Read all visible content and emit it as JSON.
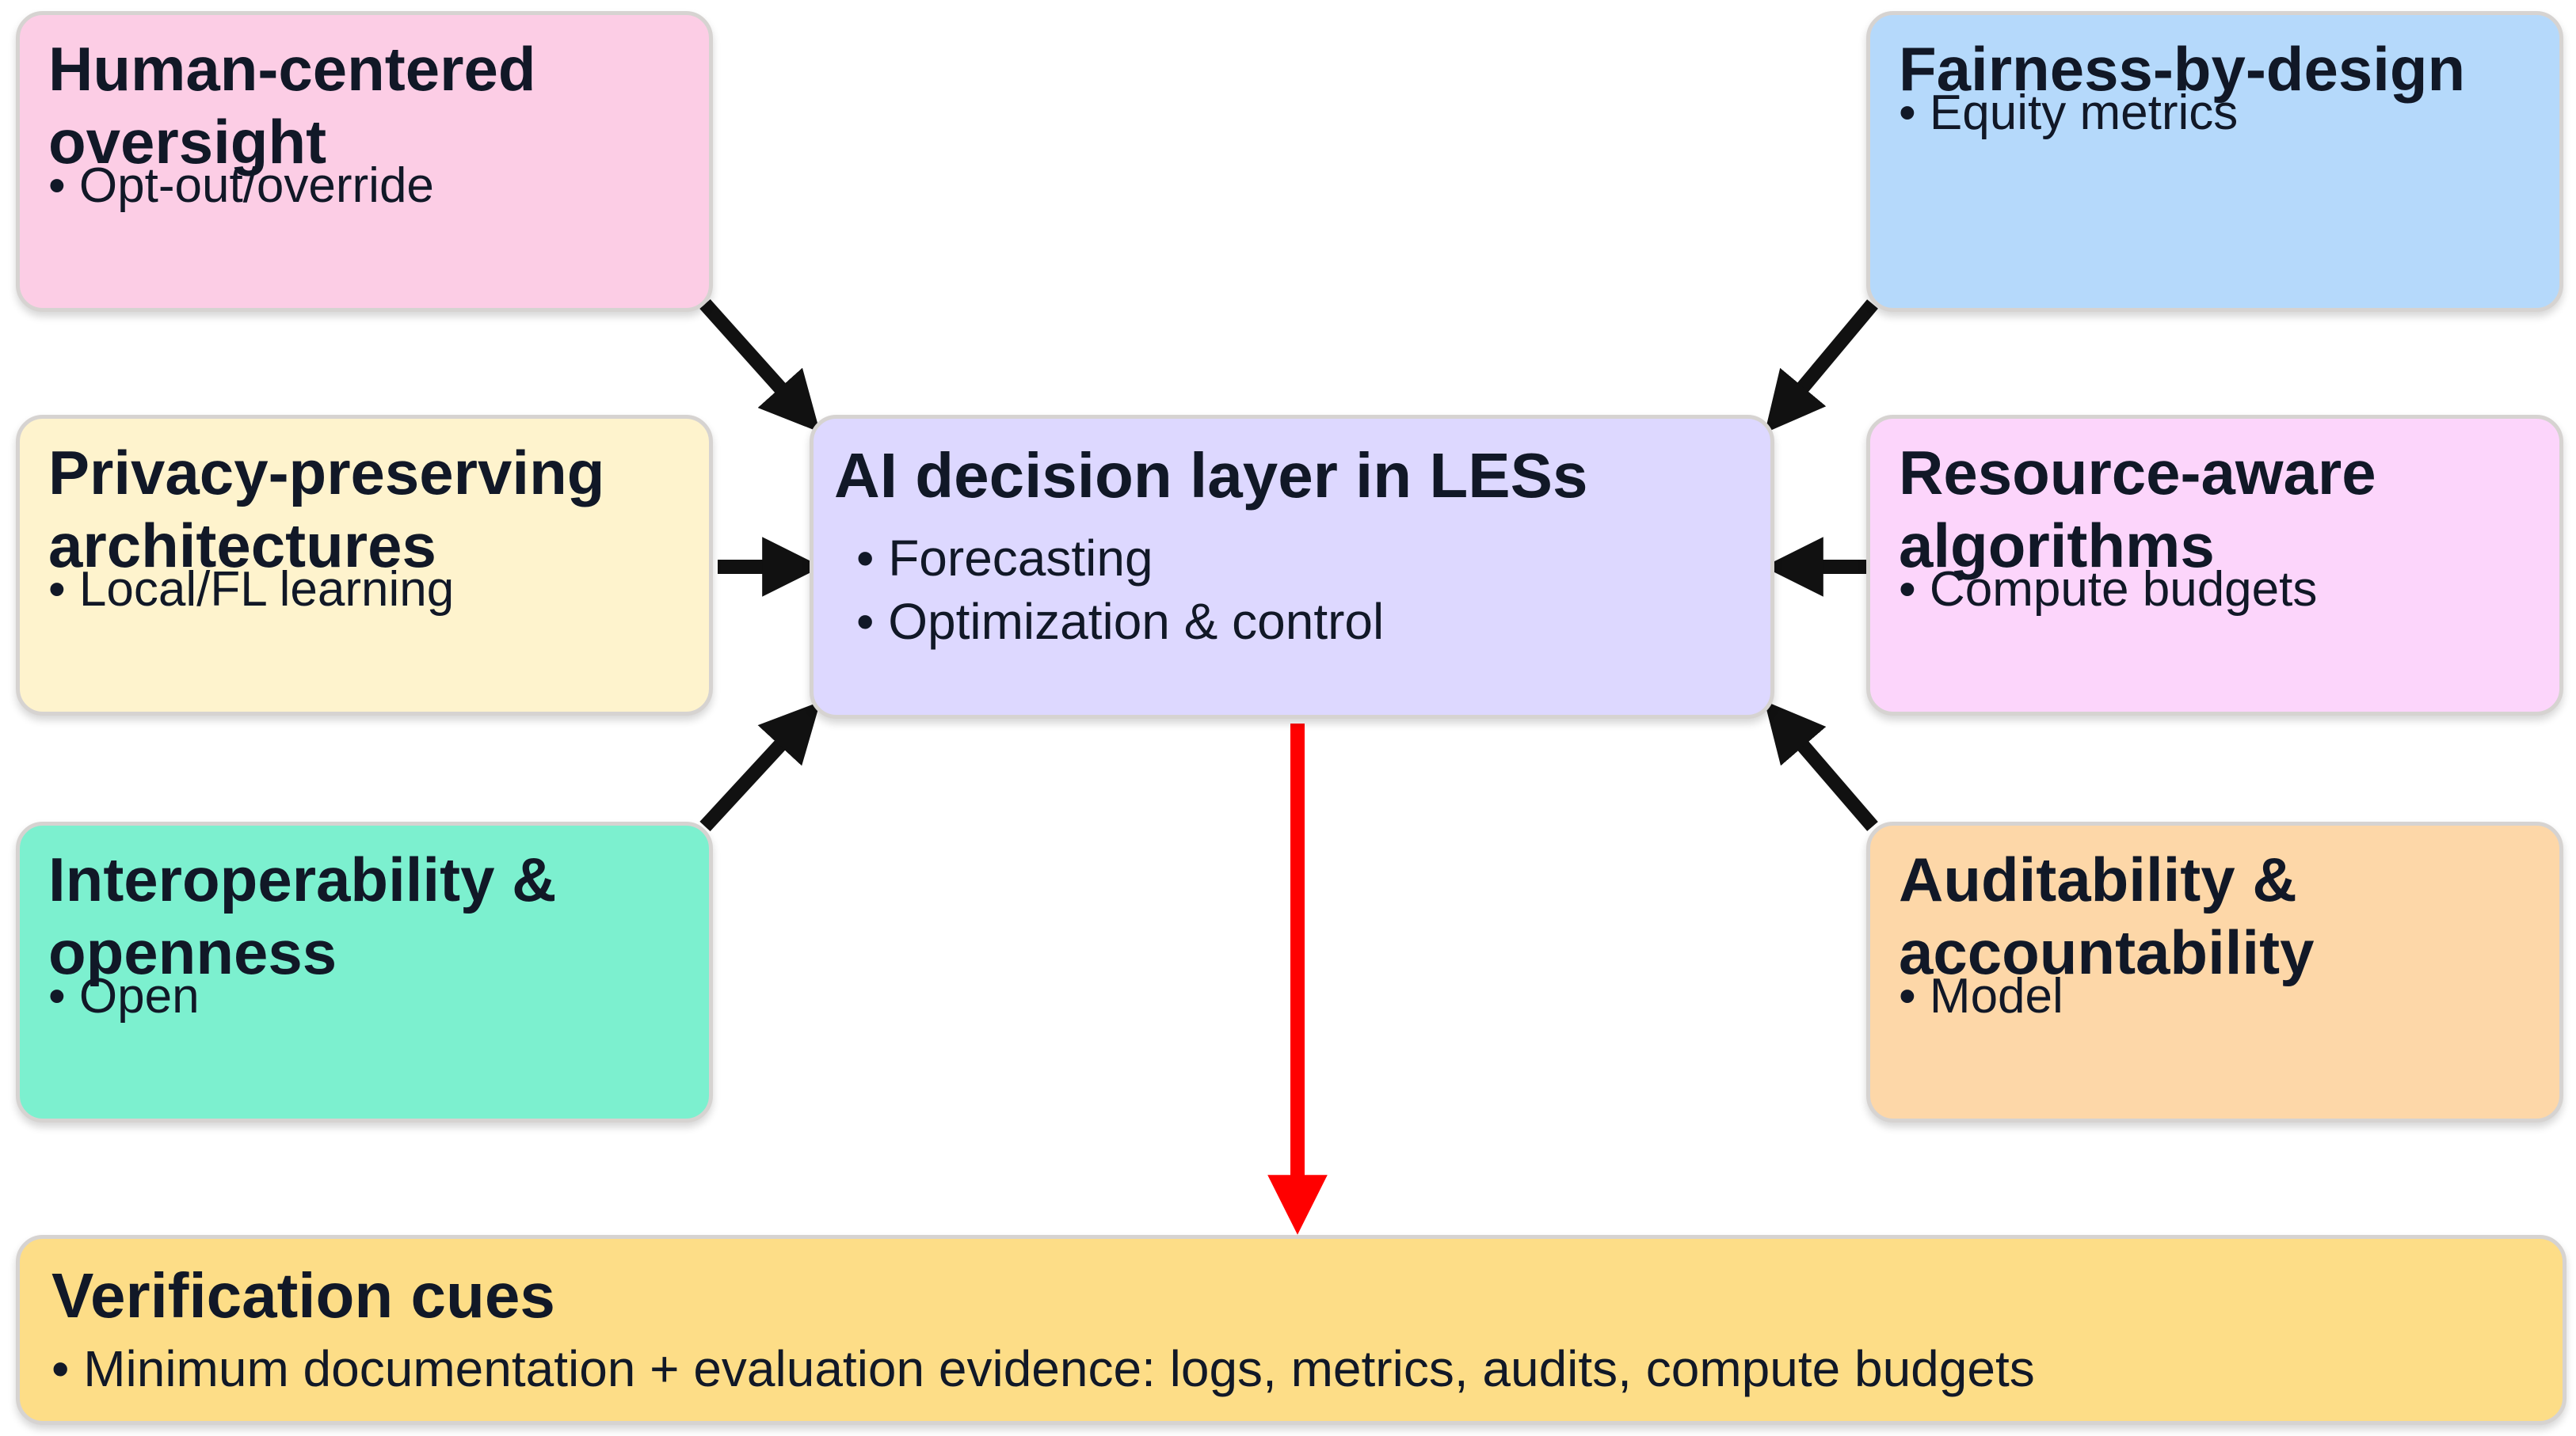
{
  "center": {
    "title": "AI decision layer in LESs",
    "items": [
      "• Forecasting",
      "• Optimization & control"
    ]
  },
  "left_boxes": [
    {
      "title": "Human-centered oversight",
      "bullet": "• Opt-out/override"
    },
    {
      "title": "Privacy-preserving architectures",
      "bullet": "• Local/FL learning"
    },
    {
      "title": "Interoperability & openness",
      "bullet": "• Open"
    }
  ],
  "right_boxes": [
    {
      "title": "Fairness-by-design",
      "bullet": "• Equity metrics"
    },
    {
      "title": "Resource-aware algorithms",
      "bullet": "• Compute budgets"
    },
    {
      "title": "Auditability & accountability",
      "bullet": "• Model"
    }
  ],
  "verification": {
    "title": "Verification cues",
    "bullet": "• Minimum documentation + evaluation evidence: logs, metrics, audits, compute budgets"
  },
  "colors": {
    "human": "#fccde5",
    "privacy": "#fef3cd",
    "interop": "#7cf0cf",
    "fair": "#b5d9fb",
    "resource": "#fcd5fb",
    "audit": "#fdd7a8",
    "center": "#ddd8ff",
    "verification": "#fddd87",
    "arrow": "#111111",
    "output_arrow": "#ff0000"
  }
}
